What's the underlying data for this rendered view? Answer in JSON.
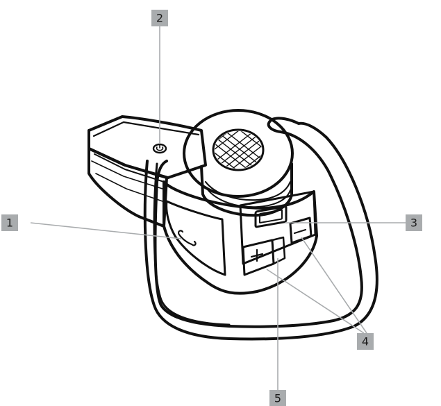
{
  "callouts": [
    {
      "id": "1",
      "label": "1"
    },
    {
      "id": "2",
      "label": "2"
    },
    {
      "id": "3",
      "label": "3"
    },
    {
      "id": "4",
      "label": "4"
    },
    {
      "id": "5",
      "label": "5"
    }
  ],
  "colors": {
    "label_fill": "#a9acae",
    "leader_line": "#a9acae",
    "line_art": "#111111",
    "background": "#ffffff"
  },
  "icons": [
    "power-icon",
    "call-icon",
    "plus-icon",
    "minus-icon",
    "speaker-mesh-icon"
  ]
}
